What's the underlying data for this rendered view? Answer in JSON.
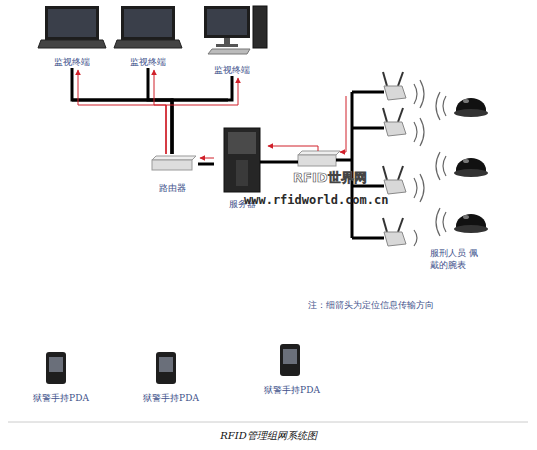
{
  "diagram": {
    "caption": "RFID管理组网系统图",
    "nodes": [
      {
        "text": [
          "监视终端"
        ]
      },
      {
        "text": [
          "监视终端"
        ]
      },
      {
        "text": [
          "监视终端"
        ]
      },
      {
        "text": [
          "路由器"
        ]
      },
      {
        "text": [
          "服务器"
        ]
      },
      {
        "text": [
          "狱警手持PDA"
        ]
      },
      {
        "text": [
          "狱警手持PDA"
        ]
      },
      {
        "text": [
          "狱警手持PDA"
        ]
      }
    ],
    "edges": [
      {
        "from": 4,
        "to": 3,
        "arrow": "to"
      },
      {
        "from": 3,
        "to": 0,
        "arrow": "to"
      },
      {
        "from": 3,
        "to": 1,
        "arrow": "to"
      },
      {
        "from": 3,
        "to": 2,
        "arrow": "to"
      }
    ],
    "labels": [
      "服刑人员 佩戴的腕表",
      "RFID世界网",
      "www.rfidworld.com.cn",
      "注：细箭头为定位信息传输方向"
    ]
  }
}
